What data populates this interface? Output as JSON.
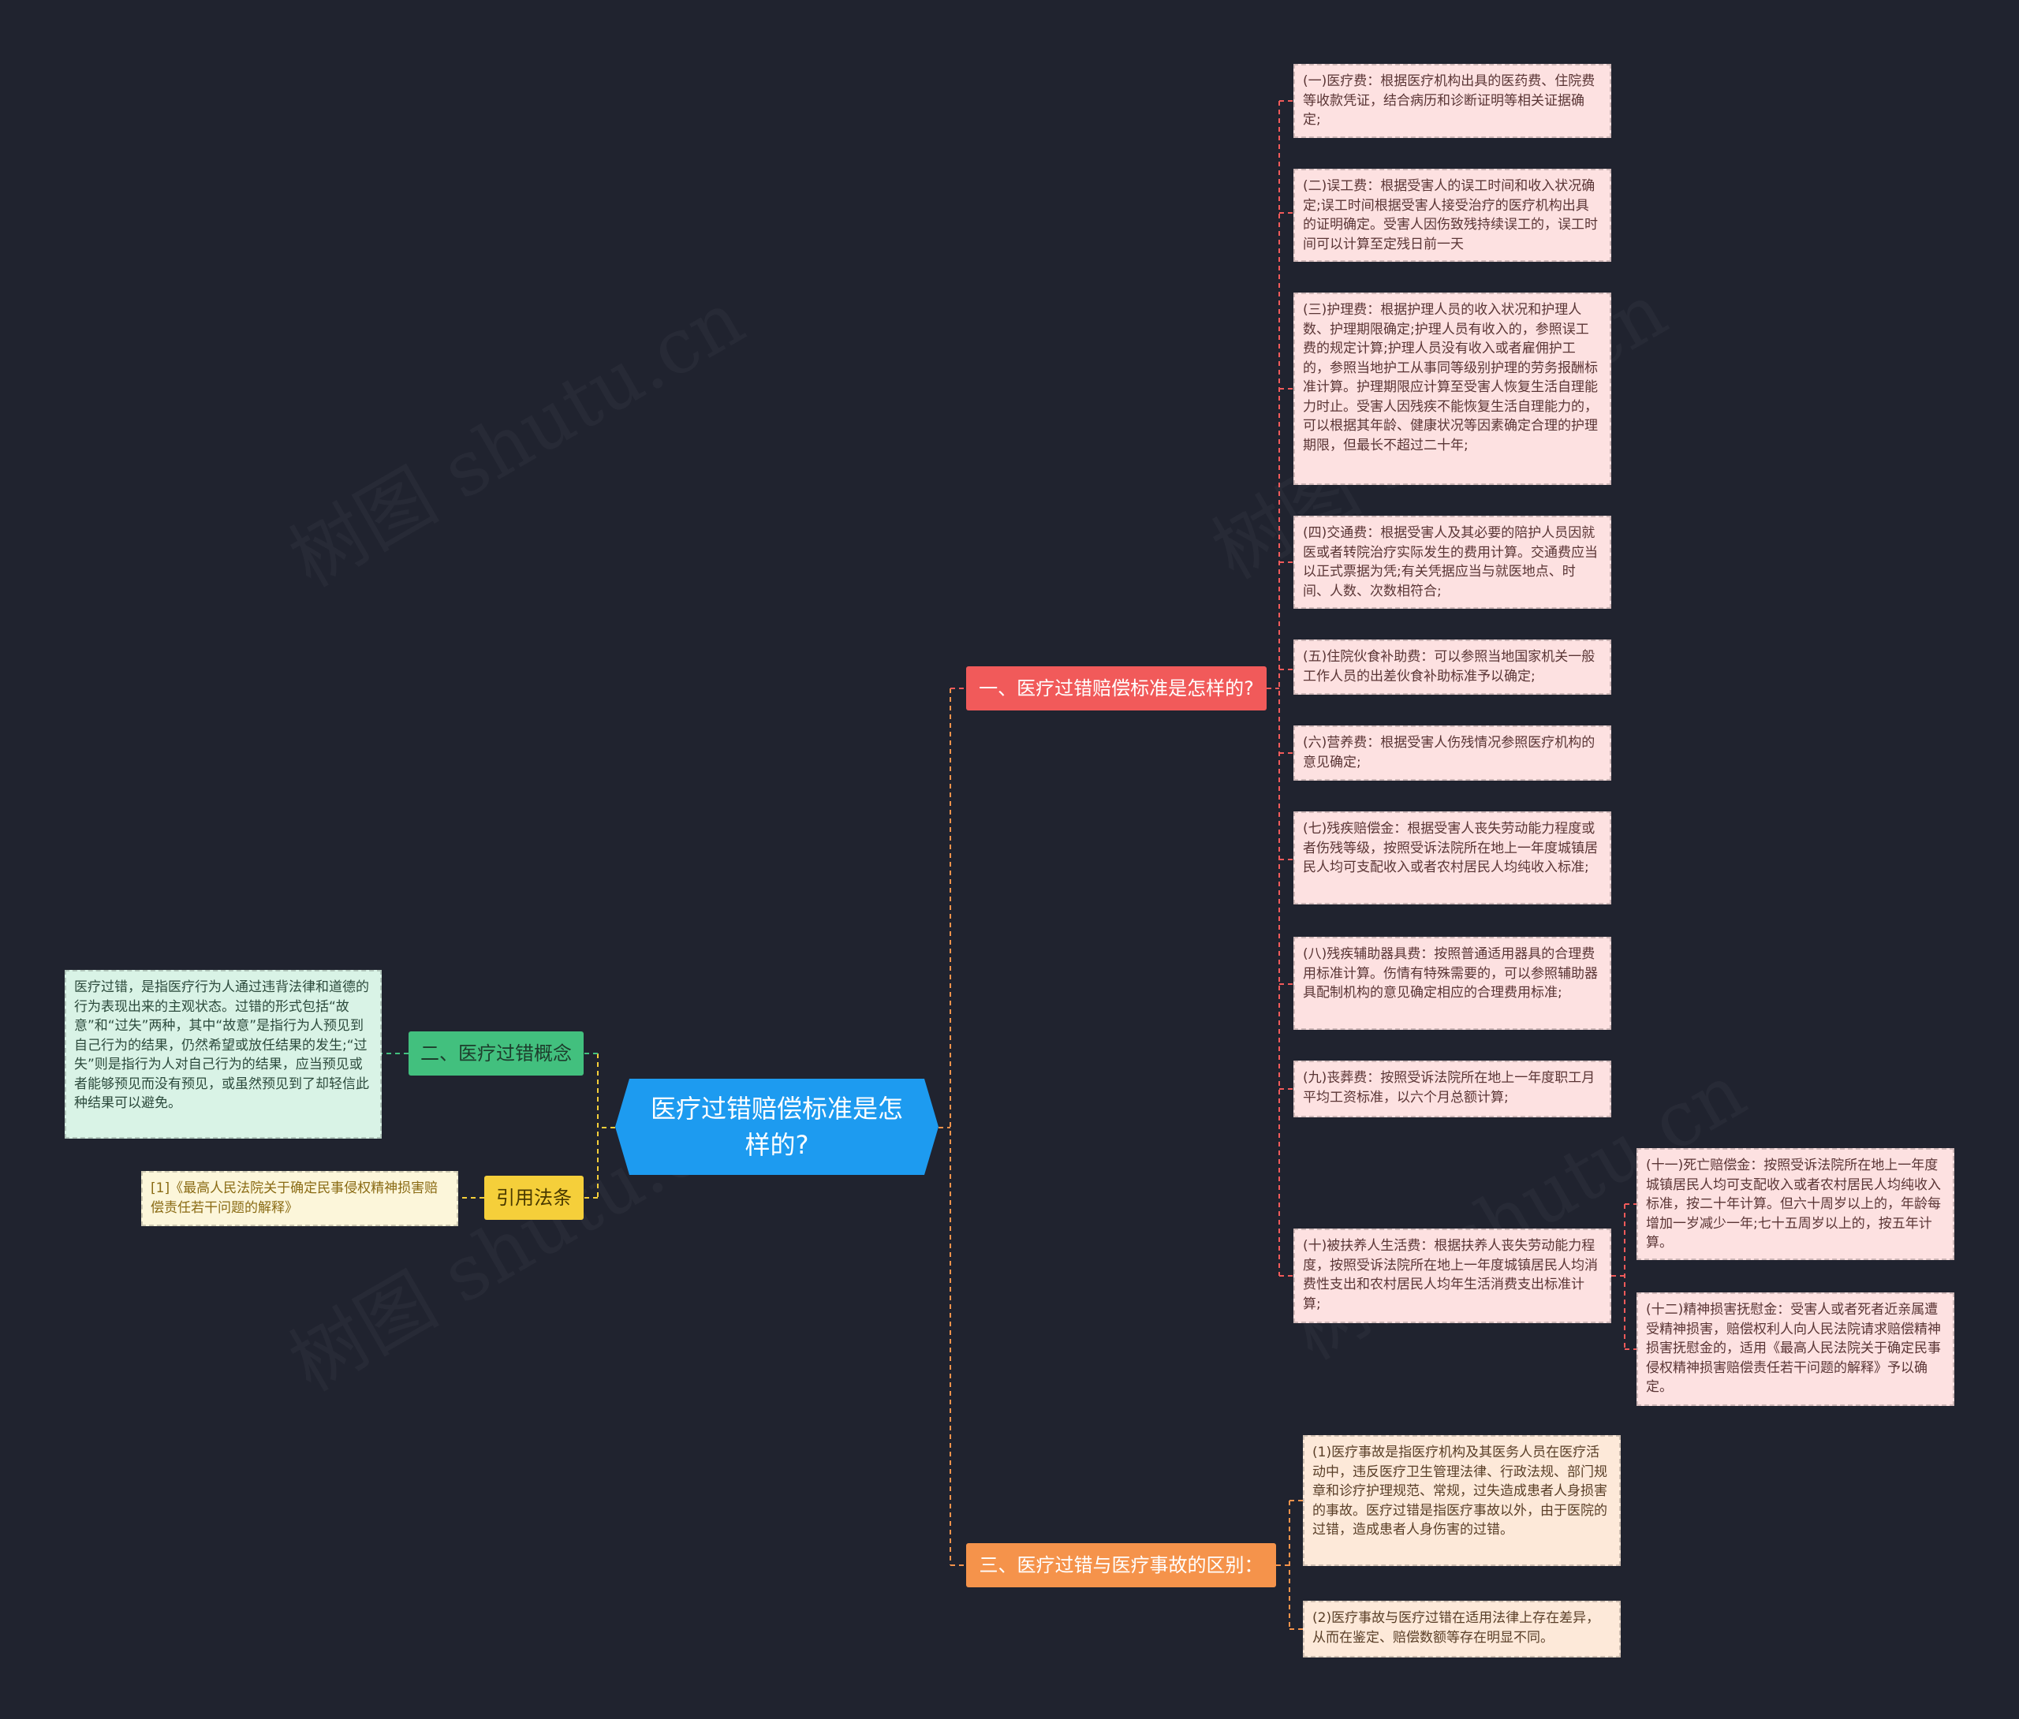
{
  "center": {
    "title": "医疗过错赔偿标准是怎样的?"
  },
  "branches": {
    "b1": "一、医疗过错赔偿标准是怎样的?",
    "b2": "二、医疗过错概念",
    "b3": "三、医疗过错与医疗事故的区别：",
    "b4": "引用法条"
  },
  "b1_items": [
    "(一)医疗费：根据医疗机构出具的医药费、住院费等收款凭证，结合病历和诊断证明等相关证据确定;",
    "(二)误工费：根据受害人的误工时间和收入状况确定;误工时间根据受害人接受治疗的医疗机构出具的证明确定。受害人因伤致残持续误工的，误工时间可以计算至定残日前一天",
    "(三)护理费：根据护理人员的收入状况和护理人数、护理期限确定;护理人员有收入的，参照误工费的规定计算;护理人员没有收入或者雇佣护工的，参照当地护工从事同等级别护理的劳务报酬标准计算。护理期限应计算至受害人恢复生活自理能力时止。受害人因残疾不能恢复生活自理能力的，可以根据其年龄、健康状况等因素确定合理的护理期限，但最长不超过二十年;",
    "(四)交通费：根据受害人及其必要的陪护人员因就医或者转院治疗实际发生的费用计算。交通费应当以正式票据为凭;有关凭据应当与就医地点、时间、人数、次数相符合;",
    "(五)住院伙食补助费：可以参照当地国家机关一般工作人员的出差伙食补助标准予以确定;",
    "(六)营养费：根据受害人伤残情况参照医疗机构的意见确定;",
    "(七)残疾赔偿金：根据受害人丧失劳动能力程度或者伤残等级，按照受诉法院所在地上一年度城镇居民人均可支配收入或者农村居民人均纯收入标准;",
    "(八)残疾辅助器具费：按照普通适用器具的合理费用标准计算。伤情有特殊需要的，可以参照辅助器具配制机构的意见确定相应的合理费用标准;",
    "(九)丧葬费：按照受诉法院所在地上一年度职工月平均工资标准，以六个月总额计算;",
    "(十)被扶养人生活费：根据扶养人丧失劳动能力程度，按照受诉法院所在地上一年度城镇居民人均消费性支出和农村居民人均年生活消费支出标准计算;"
  ],
  "b1_sub": [
    "(十一)死亡赔偿金：按照受诉法院所在地上一年度城镇居民人均可支配收入或者农村居民人均纯收入标准，按二十年计算。但六十周岁以上的，年龄每增加一岁减少一年;七十五周岁以上的，按五年计算。",
    "(十二)精神损害抚慰金：受害人或者死者近亲属遭受精神损害，赔偿权利人向人民法院请求赔偿精神损害抚慰金的，适用《最高人民法院关于确定民事侵权精神损害赔偿责任若干问题的解释》予以确定。"
  ],
  "b2_text": "医疗过错，是指医疗行为人通过违背法律和道德的行为表现出来的主观状态。过错的形式包括“故意”和“过失”两种，其中“故意”是指行为人预见到自己行为的结果，仍然希望或放任结果的发生;“过失”则是指行为人对自己行为的结果，应当预见或者能够预见而没有预见，或虽然预见到了却轻信此种结果可以避免。",
  "b3_items": [
    "(1)医疗事故是指医疗机构及其医务人员在医疗活动中，违反医疗卫生管理法律、行政法规、部门规章和诊疗护理规范、常规，过失造成患者人身损害的事故。医疗过错是指医疗事故以外，由于医院的过错，造成患者人身伤害的过错。",
    "(2)医疗事故与医疗过错在适用法律上存在差异，从而在鉴定、赔偿数额等存在明显不同。"
  ],
  "b4_text": "[1]《最高人民法院关于确定民事侵权精神损害赔偿责任若干问题的解释》",
  "watermark": "树图 shutu.cn",
  "colors": {
    "background": "#20232f",
    "center": "#1d9bf0",
    "b1": "#f15a5a",
    "b2": "#42c07e",
    "b3": "#f5934b",
    "b4": "#f5cf3a"
  }
}
